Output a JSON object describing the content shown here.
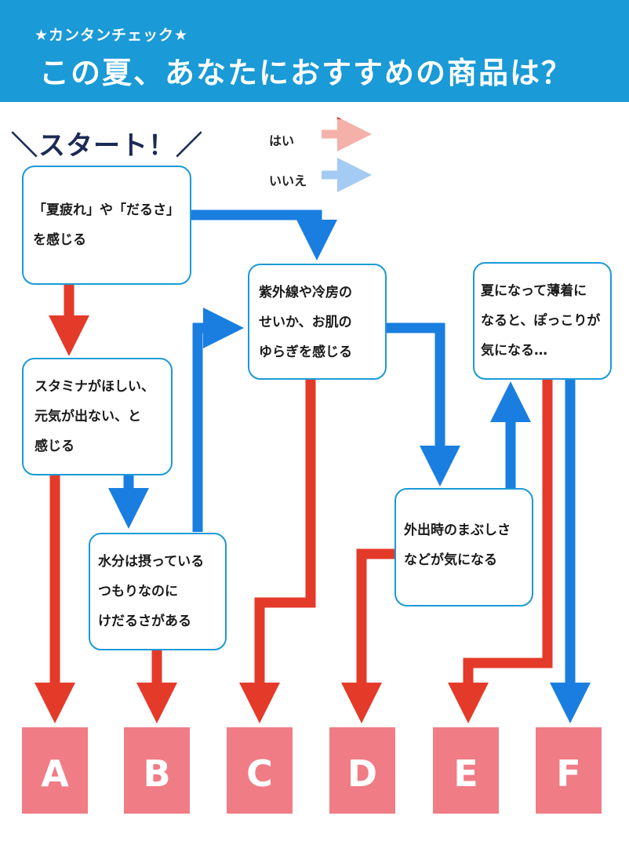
{
  "header": {
    "kicker": "★カンタンチェック★",
    "title": "この夏、あなたにおすすめの商品は？",
    "background_color": "#1a9ad6"
  },
  "start_label": "＼スタート！／",
  "legend": {
    "yes": "はい",
    "no": "いいえ",
    "yes_color": "#e43a2a",
    "no_color": "#1a7ee0"
  },
  "questions": {
    "q1": {
      "lines": [
        "「夏疲れ」や「だるさ」",
        "を感じる"
      ]
    },
    "q2": {
      "lines": [
        "スタミナがほしい、",
        "元気が出ない、と",
        "感じる"
      ]
    },
    "q3": {
      "lines": [
        "水分は摂っている",
        "つもりなのに",
        "けだるさがある"
      ]
    },
    "q4": {
      "lines": [
        "紫外線や冷房の",
        "せいか、お肌の",
        "ゆらぎを感じる"
      ]
    },
    "q5": {
      "lines": [
        "外出時のまぶしさ",
        "などが気になる"
      ]
    },
    "q6": {
      "lines": [
        "夏になって薄着に",
        "なると、ぽっこりが",
        "気になる…"
      ]
    }
  },
  "results": [
    "A",
    "B",
    "C",
    "D",
    "E",
    "F"
  ],
  "result_color": "#f07c85"
}
